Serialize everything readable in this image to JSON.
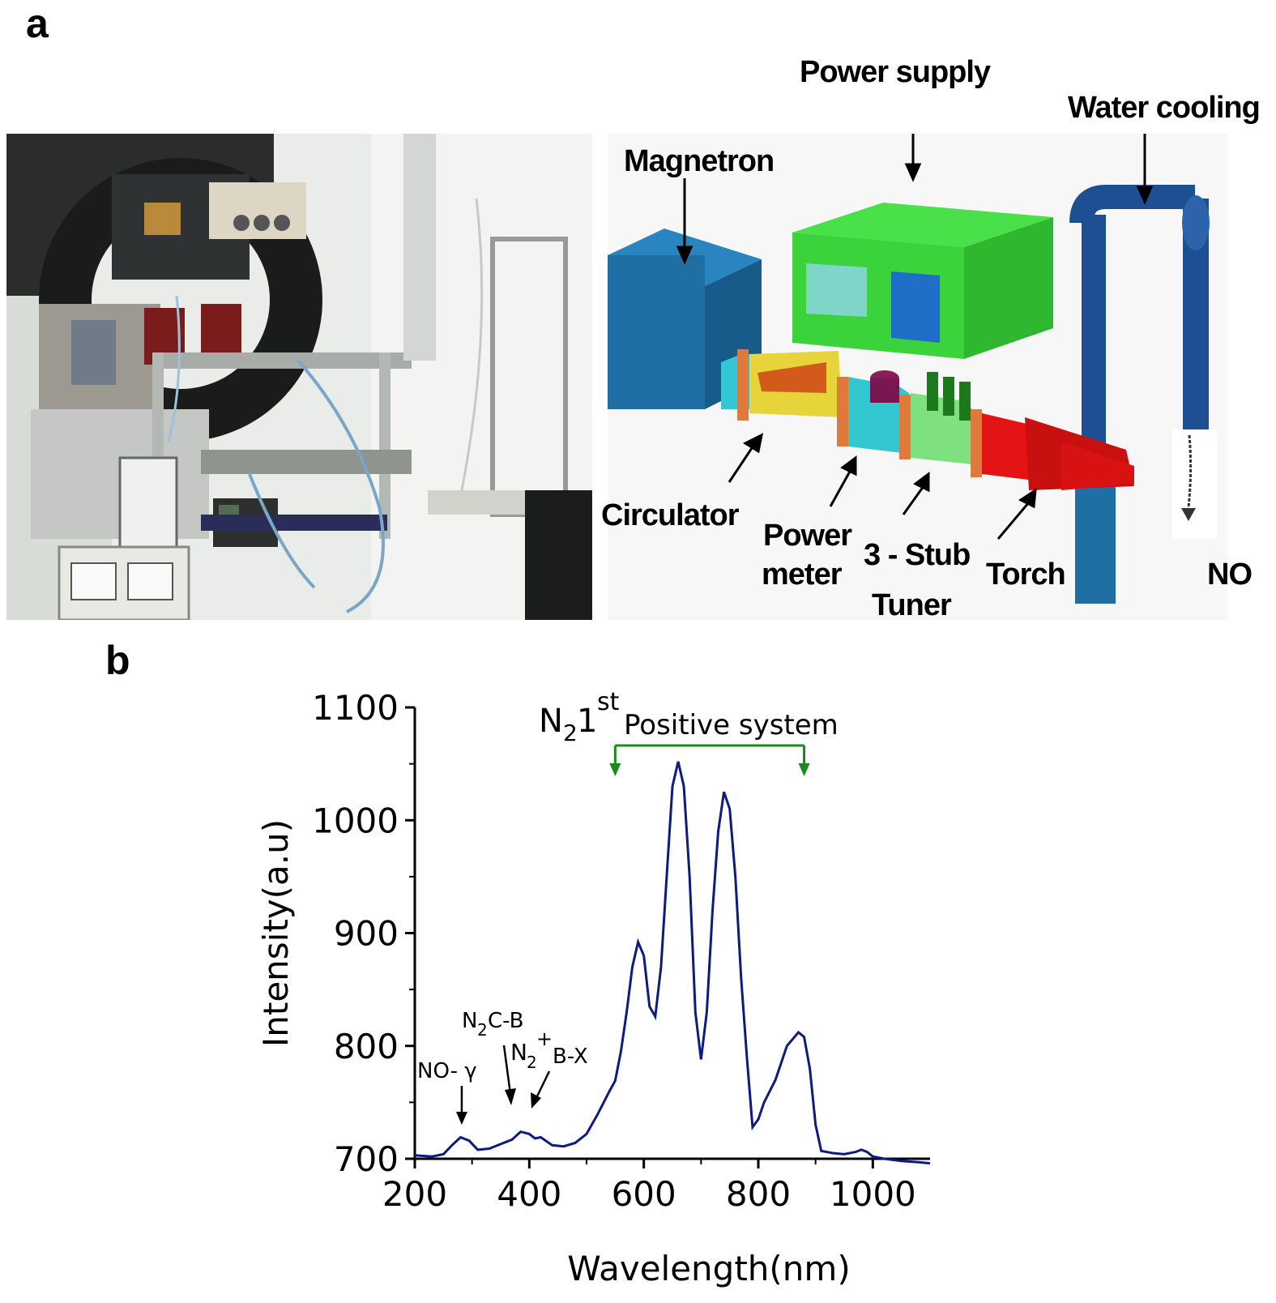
{
  "panels": {
    "a": "a",
    "b": "b"
  },
  "diagram_labels": {
    "power_supply": "Power supply",
    "water_cooling": "Water cooling",
    "magnetron": "Magnetron",
    "circulator": "Circulator",
    "power_meter_1": "Power",
    "power_meter_2": "meter",
    "stub_tuner_1": "3 - Stub",
    "stub_tuner_2": "Tuner",
    "torch": "Torch",
    "no": "NO"
  },
  "colors": {
    "magnetron": "#1f6ea4",
    "power_supply": "#3bd33b",
    "waveguide": "#33c7d1",
    "circulator": "#e6d43a",
    "flange": "#e07a3c",
    "tuner": "#7fe07f",
    "torch": "#e41414",
    "cooling": "#1d4f92",
    "spectrum_line": "#0d1a80",
    "bracket": "#1a8a1a"
  },
  "chart_data": {
    "type": "line",
    "xlabel": "Wavelength(nm)",
    "ylabel": "Intensity(a.u)",
    "xlim": [
      200,
      1100
    ],
    "ylim": [
      700,
      1100
    ],
    "xticks": [
      "200",
      "400",
      "600",
      "800",
      "1000"
    ],
    "yticks": [
      "700",
      "800",
      "900",
      "1000",
      "1100"
    ],
    "grid": false,
    "series": [
      {
        "x": [
          200,
          230,
          250,
          265,
          280,
          295,
          310,
          330,
          350,
          370,
          385,
          400,
          410,
          420,
          440,
          460,
          480,
          500,
          520,
          540,
          550,
          560,
          570,
          580,
          590,
          600,
          610,
          620,
          630,
          640,
          650,
          660,
          670,
          680,
          690,
          700,
          710,
          720,
          730,
          740,
          750,
          760,
          770,
          780,
          790,
          800,
          810,
          830,
          850,
          870,
          880,
          890,
          900,
          910,
          930,
          950,
          970,
          980,
          990,
          1000,
          1020,
          1050,
          1080,
          1100
        ],
        "y": [
          703,
          702,
          704,
          712,
          719,
          716,
          708,
          709,
          713,
          717,
          724,
          722,
          718,
          719,
          712,
          711,
          714,
          722,
          740,
          760,
          769,
          795,
          830,
          870,
          892,
          880,
          835,
          826,
          870,
          950,
          1030,
          1052,
          1030,
          950,
          830,
          788,
          830,
          920,
          990,
          1025,
          1010,
          950,
          860,
          790,
          728,
          735,
          750,
          770,
          800,
          812,
          808,
          780,
          730,
          707,
          705,
          704,
          706,
          708,
          706,
          702,
          700,
          698,
          697,
          696
        ]
      }
    ],
    "annotations": {
      "bracket_main": "N",
      "bracket_sub": "2",
      "bracket_sup": "1",
      "bracket_sup2": "st",
      "bracket_rest": "Positive system",
      "bracket_range": [
        550,
        880
      ],
      "no_gamma": "NO- γ",
      "n2cb_main": "N",
      "n2cb_sub": "2",
      "n2cb_rest": "C-B",
      "n2bx_main": "N",
      "n2bx_sub": "2",
      "n2bx_sup": "+",
      "n2bx_rest": "B-X"
    }
  }
}
